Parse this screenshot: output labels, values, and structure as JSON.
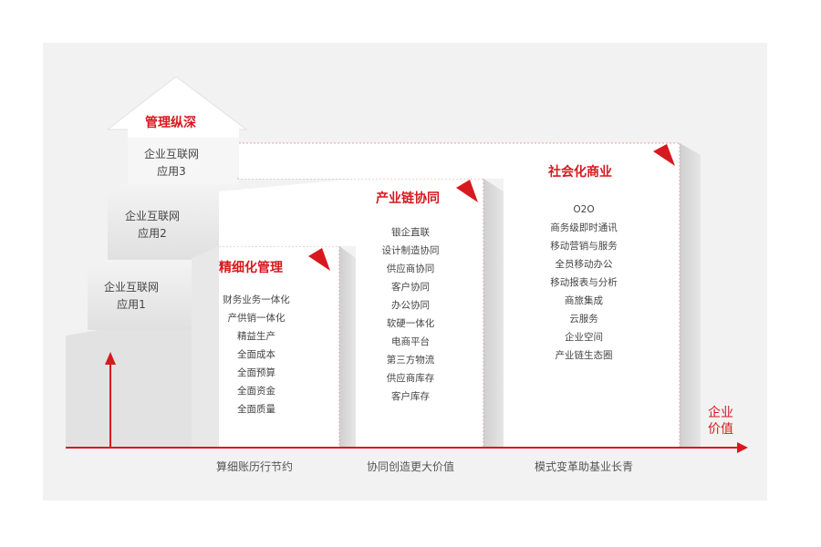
{
  "arrow_top": {
    "title": "管理纵深"
  },
  "steps": [
    {
      "line1": "企业互联网",
      "line2": "应用1"
    },
    {
      "line1": "企业互联网",
      "line2": "应用2"
    },
    {
      "line1": "企业互联网",
      "line2": "应用3"
    }
  ],
  "panels": [
    {
      "title": "精细化管理",
      "items": [
        "财务业务一体化",
        "产供销一体化",
        "精益生产",
        "全面成本",
        "全面预算",
        "全面资金",
        "全面质量"
      ]
    },
    {
      "title": "产业链协同",
      "items": [
        "银企直联",
        "设计制造协同",
        "供应商协同",
        "客户协同",
        "办公协同",
        "软硬一体化",
        "电商平台",
        "第三方物流",
        "供应商库存",
        "客户库存"
      ]
    },
    {
      "title": "社会化商业",
      "items": [
        "O2O",
        "商务级即时通讯",
        "移动营销与服务",
        "全员移动办公",
        "移动报表与分析",
        "商旅集成",
        "云服务",
        "企业空间",
        "产业链生态圈"
      ]
    }
  ],
  "axis": {
    "y_title_line1": "企业",
    "y_title_line2": "价值",
    "labels": [
      "算细账历行节约",
      "协同创造更大价值",
      "模式变革助基业长青"
    ]
  },
  "colors": {
    "accent": "#d7191f",
    "background": "#f2f2f2"
  }
}
